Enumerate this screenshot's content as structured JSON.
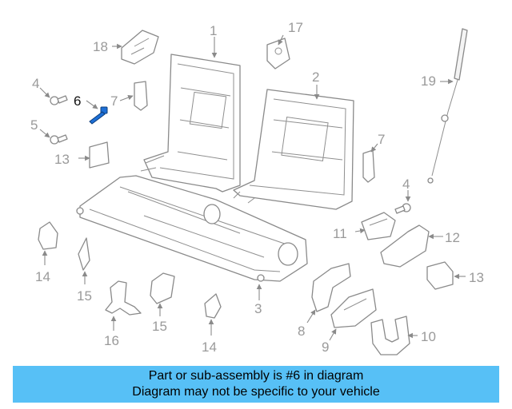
{
  "callouts": [
    {
      "id": "1",
      "label": "1"
    },
    {
      "id": "2",
      "label": "2"
    },
    {
      "id": "3",
      "label": "3"
    },
    {
      "id": "4a",
      "label": "4"
    },
    {
      "id": "4b",
      "label": "4"
    },
    {
      "id": "5",
      "label": "5"
    },
    {
      "id": "6",
      "label": "6"
    },
    {
      "id": "7a",
      "label": "7"
    },
    {
      "id": "7b",
      "label": "7"
    },
    {
      "id": "8",
      "label": "8"
    },
    {
      "id": "9",
      "label": "9"
    },
    {
      "id": "10",
      "label": "10"
    },
    {
      "id": "11",
      "label": "11"
    },
    {
      "id": "12",
      "label": "12"
    },
    {
      "id": "13a",
      "label": "13"
    },
    {
      "id": "13b",
      "label": "13"
    },
    {
      "id": "14a",
      "label": "14"
    },
    {
      "id": "14b",
      "label": "14"
    },
    {
      "id": "15a",
      "label": "15"
    },
    {
      "id": "15b",
      "label": "15"
    },
    {
      "id": "16",
      "label": "16"
    },
    {
      "id": "17",
      "label": "17"
    },
    {
      "id": "18",
      "label": "18"
    },
    {
      "id": "19",
      "label": "19"
    }
  ],
  "highlighted_part": "6",
  "banner": {
    "line1": "Part or sub-assembly is #6 in diagram",
    "line2": "Diagram may not be specific to your vehicle"
  },
  "colors": {
    "banner_bg": "#57c0f6",
    "line_art": "#8a8a8a",
    "highlight_bolt": "#1d6fd6"
  }
}
